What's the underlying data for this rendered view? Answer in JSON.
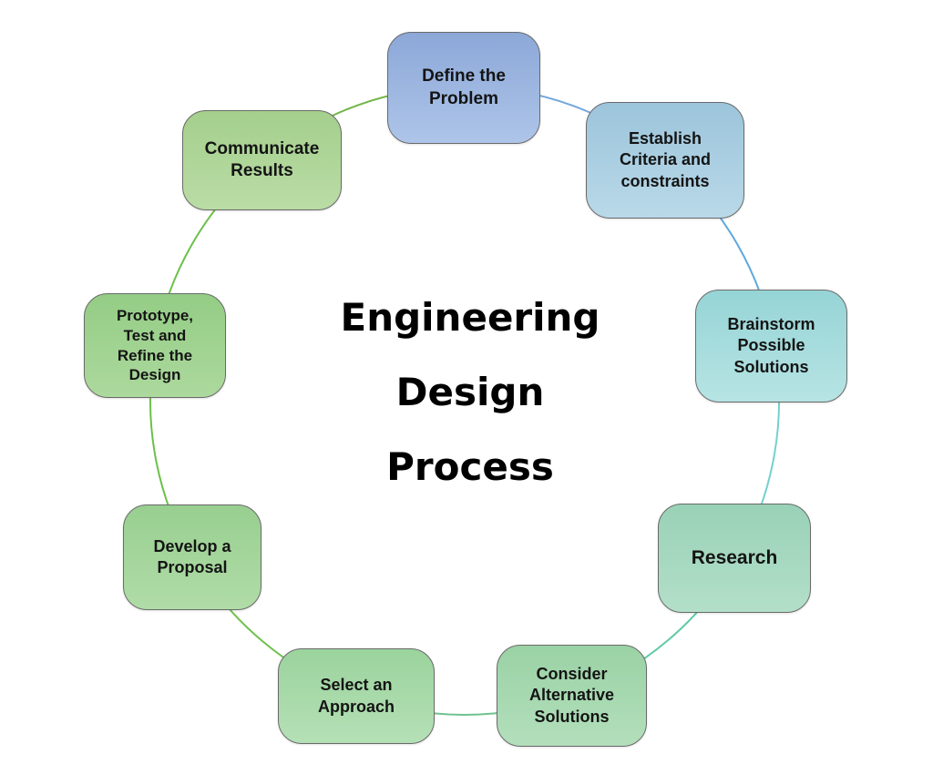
{
  "title": {
    "lines": [
      "Engineering",
      "Design",
      "Process"
    ],
    "color": "#000000"
  },
  "steps": [
    {
      "id": "define-the-problem",
      "label": "Define the\nProblem",
      "fill_top": "#8CA8D8",
      "fill_bottom": "#AEC5E9"
    },
    {
      "id": "establish-criteria",
      "label": "Establish\nCriteria and\nconstraints",
      "fill_top": "#9CC4DB",
      "fill_bottom": "#B9D9E8"
    },
    {
      "id": "brainstorm-solutions",
      "label": "Brainstorm\nPossible\nSolutions",
      "fill_top": "#96D4D6",
      "fill_bottom": "#B7E4E4"
    },
    {
      "id": "research",
      "label": "Research",
      "fill_top": "#99D1B7",
      "fill_bottom": "#B3DFC9"
    },
    {
      "id": "consider-alternatives",
      "label": "Consider\nAlternative\nSolutions",
      "fill_top": "#9AD2A5",
      "fill_bottom": "#B3DFBB"
    },
    {
      "id": "select-approach",
      "label": "Select an\nApproach",
      "fill_top": "#9BD39D",
      "fill_bottom": "#B5E0B6"
    },
    {
      "id": "develop-proposal",
      "label": "Develop a\nProposal",
      "fill_top": "#98CF90",
      "fill_bottom": "#B0DCA7"
    },
    {
      "id": "prototype-test-refine",
      "label": "Prototype,\nTest and\nRefine the\nDesign",
      "fill_top": "#94CC85",
      "fill_bottom": "#ACD99D"
    },
    {
      "id": "communicate-results",
      "label": "Communicate\nResults",
      "fill_top": "#A4CF8C",
      "fill_bottom": "#BADCA6"
    }
  ],
  "connectors": [
    {
      "from": "define-the-problem",
      "to": "establish-criteria",
      "color": "#74A7DD"
    },
    {
      "from": "establish-criteria",
      "to": "brainstorm-solutions",
      "color": "#5FA8DE"
    },
    {
      "from": "brainstorm-solutions",
      "to": "research",
      "color": "#74D0D0"
    },
    {
      "from": "research",
      "to": "consider-alternatives",
      "color": "#5FC9A5"
    },
    {
      "from": "consider-alternatives",
      "to": "select-approach",
      "color": "#6FC28F"
    },
    {
      "from": "select-approach",
      "to": "develop-proposal",
      "color": "#6FC24C"
    },
    {
      "from": "develop-proposal",
      "to": "prototype-test-refine",
      "color": "#6CC04A"
    },
    {
      "from": "prototype-test-refine",
      "to": "communicate-results",
      "color": "#6CC04A"
    },
    {
      "from": "communicate-results",
      "to": "define-the-problem",
      "color": "#72B649"
    }
  ],
  "style": {
    "node_border": "#6A6A6A",
    "text_color": "#141414",
    "background": "#FFFFFF"
  }
}
